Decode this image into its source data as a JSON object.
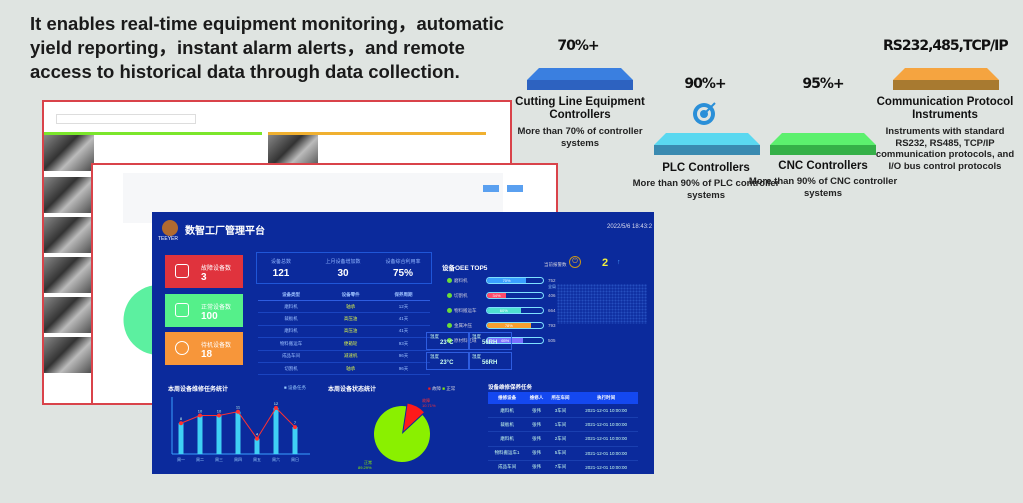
{
  "headline": "It enables real-time equipment monitoring，automatic yield reporting，instant alarm alerts，and remote access to historical data through data collection.",
  "features": [
    {
      "stat": "70%+",
      "title": "Cutting Line Equipment Controllers",
      "desc": "More than 70% of controller systems",
      "color": "#3a7fe0"
    },
    {
      "stat": "90%+",
      "title": "PLC Controllers",
      "desc": "More than 90% of PLC controller systems",
      "color": "#45c8e8",
      "icon": "target-icon"
    },
    {
      "stat": "95%+",
      "title": "CNC Controllers",
      "desc": "More than 90% of CNC controller systems",
      "color": "#4ee06a"
    },
    {
      "stat": "RS232,485,TCP/IP",
      "title": "Communication Protocol Instruments",
      "desc": "Instruments with standard RS232, RS485, TCP/IP communication protocols, and I/O bus control protocols",
      "color": "#f0a040"
    }
  ],
  "dashboard": {
    "logo": "TEEYER",
    "title": "数智工厂管理平台",
    "datetime": "2022/5/6 18:43:2",
    "cards": [
      {
        "label": "故障设备数",
        "value": "3",
        "color": "#e0333d"
      },
      {
        "label": "正常设备数",
        "value": "100",
        "color": "#55f08a"
      },
      {
        "label": "待机设备数",
        "value": "18",
        "color": "#f7963a"
      }
    ],
    "kpis": [
      {
        "label": "设备总数",
        "value": "121"
      },
      {
        "label": "上月设备增加数",
        "value": "30"
      },
      {
        "label": "设备综合利用率",
        "value": "75%"
      }
    ],
    "device_table": {
      "headers": [
        "设备类型",
        "设备零件",
        "保养周期"
      ],
      "rows": [
        [
          "磨料机",
          "轴承",
          "12天"
        ],
        [
          "裁板机",
          "高压油",
          "41天"
        ],
        [
          "磨料机",
          "高压油",
          "41天"
        ],
        [
          "物料搬运车",
          "便箱轮",
          "93天"
        ],
        [
          "成品车间",
          "减速机",
          "96天"
        ],
        [
          "切割机",
          "轴承",
          "96天"
        ]
      ]
    },
    "oee": {
      "title": "设备OEE TOP5",
      "items": [
        {
          "label": "磨料机",
          "pct": 70,
          "pct_label": "70%",
          "value": "752",
          "color": "#3aa0ff"
        },
        {
          "label": "切割机",
          "pct": 34,
          "pct_label": "34%",
          "value": "406",
          "color": "#ff4a6a"
        },
        {
          "label": "物料搬运车",
          "pct": 60,
          "pct_label": "60%",
          "value": "664",
          "color": "#4fe0d0"
        },
        {
          "label": "金属冲压",
          "pct": 78,
          "pct_label": "78%",
          "value": "793",
          "color": "#f7a030"
        },
        {
          "label": "原材料区域",
          "pct": 65,
          "pct_label": "65%",
          "value": "505",
          "color": "#7a70ff"
        }
      ]
    },
    "alarm": {
      "label": "当前报警数",
      "value": "2",
      "map_label": "全局"
    },
    "env": [
      {
        "label": "温度",
        "value": "23°C"
      },
      {
        "label": "湿度",
        "value": "56RH"
      },
      {
        "label": "温度",
        "value": "23°C"
      },
      {
        "label": "湿度",
        "value": "56RH"
      }
    ],
    "maintenance": {
      "title": "设备维修保养任务",
      "headers": [
        "维修设备",
        "维修人",
        "所在车间",
        "执行时间"
      ],
      "rows": [
        [
          "磨料机",
          "张伟",
          "3车间",
          "2021-12-01 10:00:00"
        ],
        [
          "裁板机",
          "张伟",
          "1车间",
          "2021-12-01 10:00:00"
        ],
        [
          "磨料机",
          "张伟",
          "2车间",
          "2021-12-01 10:00:00"
        ],
        [
          "物料搬运车1",
          "张伟",
          "5车间",
          "2021-12-01 10:00:00"
        ],
        [
          "成品车间",
          "张伟",
          "7车间",
          "2021-12-01 10:00:00"
        ]
      ]
    }
  },
  "chart_data": [
    {
      "type": "bar",
      "title": "本周设备维修任务统计",
      "legend": [
        "设备任务"
      ],
      "categories": [
        "周一",
        "周二",
        "周三",
        "周四",
        "周五",
        "周六",
        "周日"
      ],
      "values": [
        8,
        10,
        10,
        11,
        4,
        12,
        7
      ]
    },
    {
      "type": "pie",
      "title": "本周设备状态统计",
      "legend": [
        "故障",
        "正常"
      ],
      "slices": [
        {
          "name": "故障",
          "value": 10.71,
          "label": "10.71%",
          "color": "#ff1a1a"
        },
        {
          "name": "正常",
          "value": 89.29,
          "label": "89.29%",
          "color": "#8af000"
        }
      ]
    }
  ]
}
